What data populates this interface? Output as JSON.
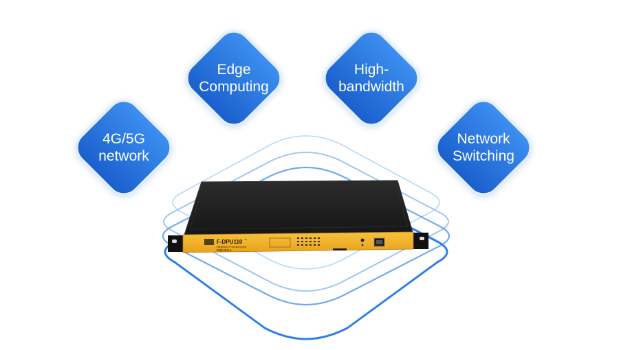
{
  "features": [
    {
      "id": "network",
      "lines": [
        "4G/5G",
        "network"
      ]
    },
    {
      "id": "edge",
      "lines": [
        "Edge",
        "Computing"
      ]
    },
    {
      "id": "bandwidth",
      "lines": [
        "High-",
        "bandwidth"
      ]
    },
    {
      "id": "switching",
      "lines": [
        "Network",
        "Switching"
      ]
    }
  ],
  "device": {
    "model": "F-DPU110",
    "trademark": "™",
    "subtitle": "Distributed Processing Unit",
    "chinese_subtitle": "数据处理单元"
  },
  "colors": {
    "diamond_fill": "#1f6fd8",
    "diamond_glow": "#c8dcf4",
    "ring_light": "#a9cdf4",
    "ring_dark": "#2a7ae6",
    "device_body": "#1b1b1b",
    "device_panel": "#f3b428"
  }
}
